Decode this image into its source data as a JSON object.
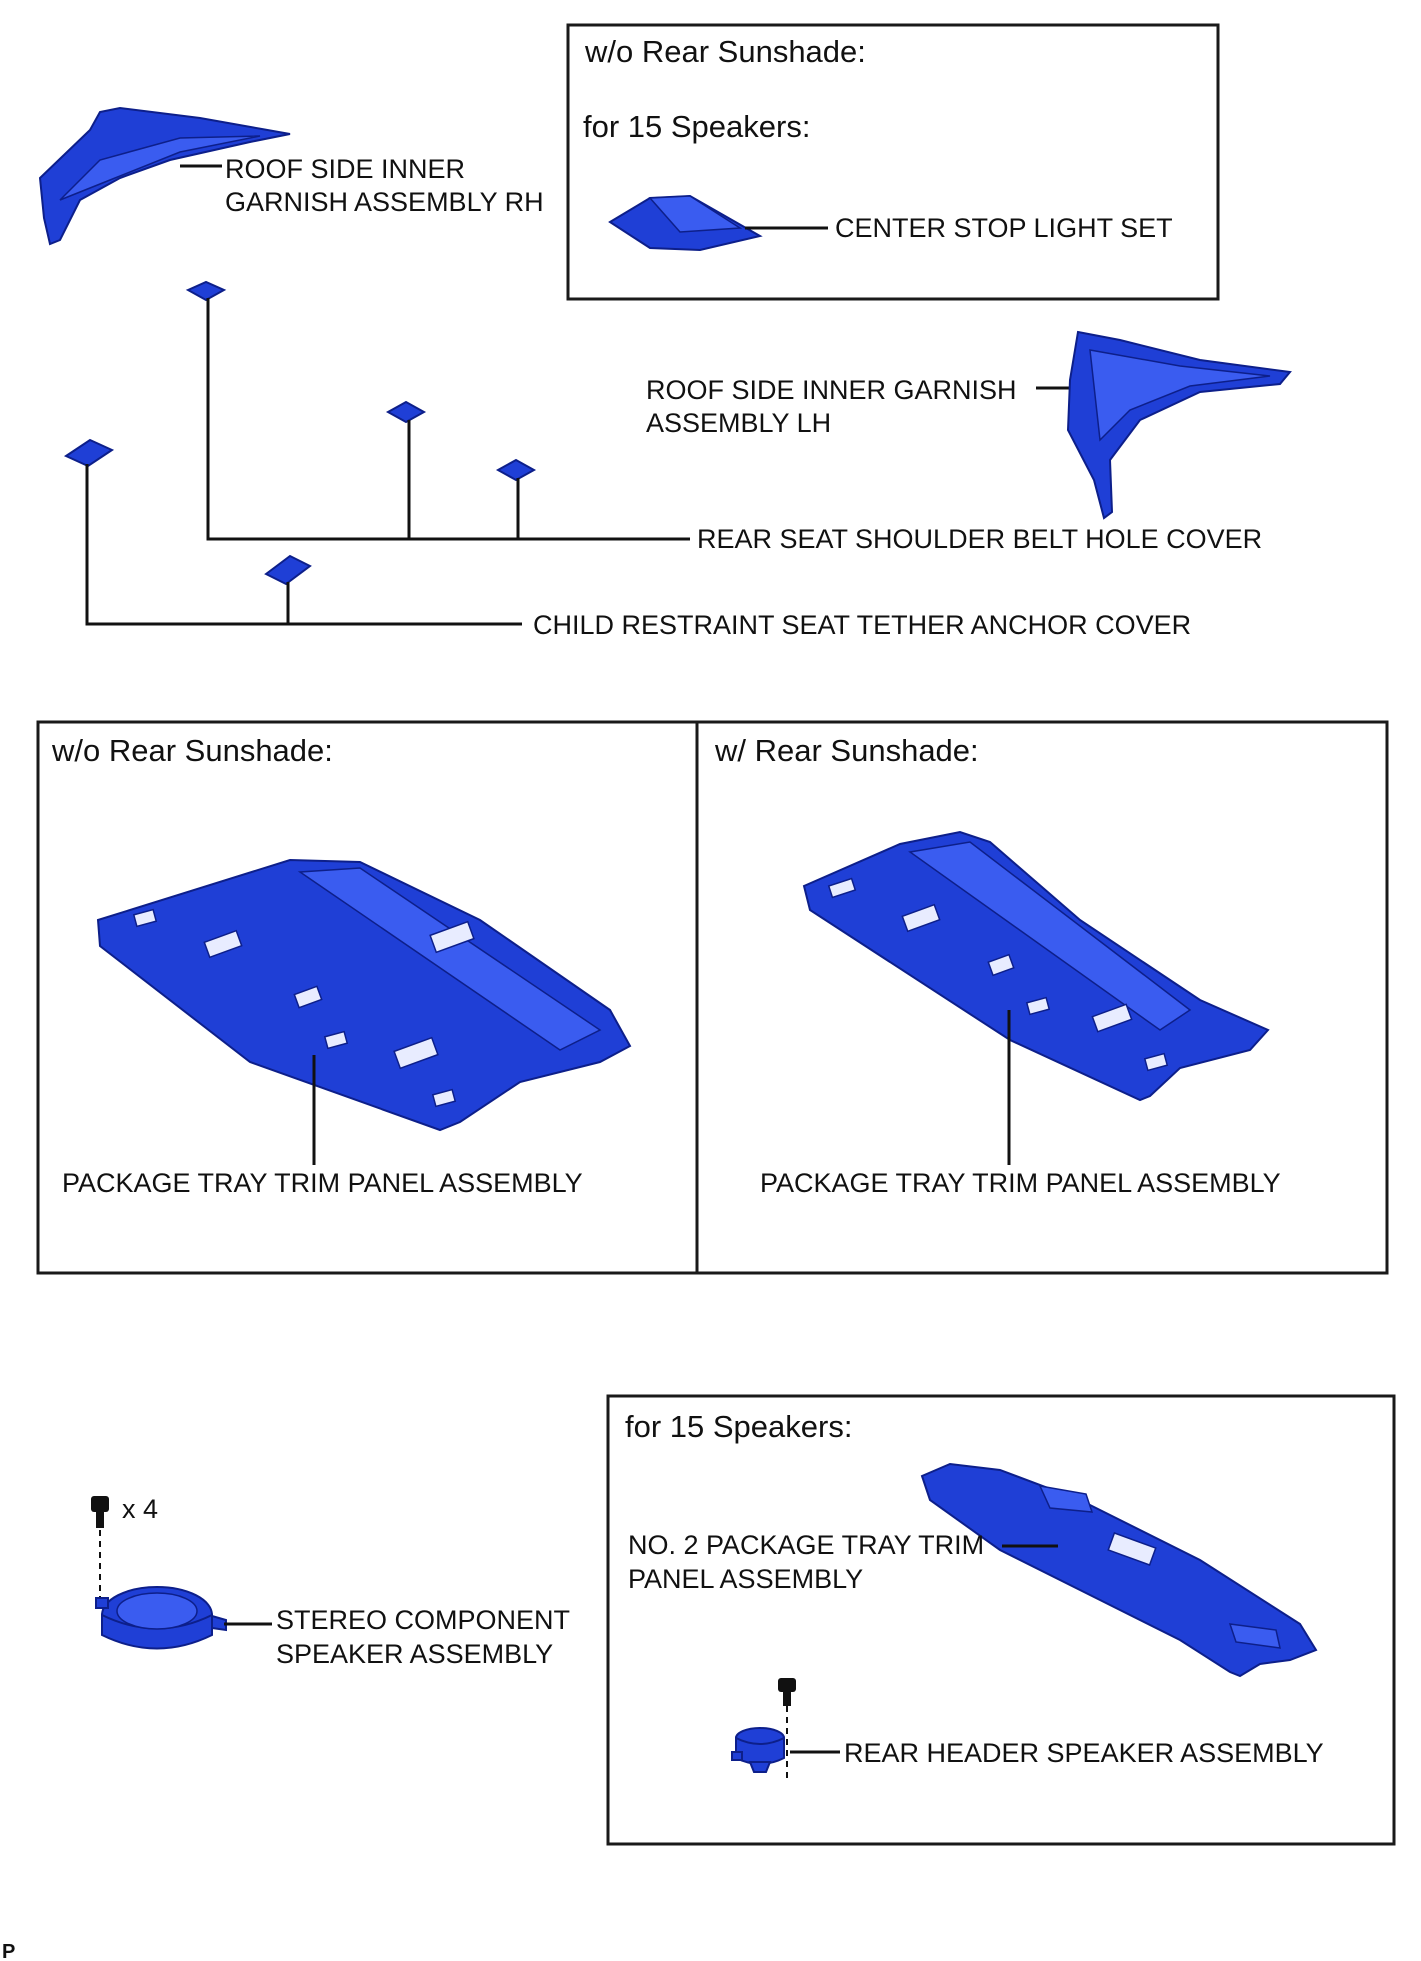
{
  "top_box": {
    "heading1": "w/o Rear Sunshade:",
    "heading2": "for 15 Speakers:",
    "part_label": "CENTER STOP LIGHT SET"
  },
  "roof_rh": {
    "line1": "ROOF SIDE INNER",
    "line2": "GARNISH ASSEMBLY RH"
  },
  "roof_lh": {
    "line1": "ROOF SIDE INNER GARNISH",
    "line2": "ASSEMBLY LH"
  },
  "belt_hole_cover": "REAR SEAT SHOULDER BELT HOLE COVER",
  "tether_cover": "CHILD RESTRAINT SEAT TETHER ANCHOR COVER",
  "middle": {
    "left_heading": "w/o Rear Sunshade:",
    "right_heading": "w/ Rear Sunshade:",
    "left_label": "PACKAGE TRAY TRIM PANEL ASSEMBLY",
    "right_label": "PACKAGE TRAY TRIM PANEL ASSEMBLY"
  },
  "stereo": {
    "qty": "x 4",
    "line1": "STEREO COMPONENT",
    "line2": "SPEAKER ASSEMBLY"
  },
  "bottom_box": {
    "heading": "for 15 Speakers:",
    "no2_line1": "NO. 2 PACKAGE TRAY TRIM",
    "no2_line2": "PANEL ASSEMBLY",
    "rear_header": "REAR HEADER SPEAKER ASSEMBLY"
  },
  "footer_mark": "P",
  "colors": {
    "part": "#1f3fd6",
    "part_dark": "#0d1f8a"
  }
}
